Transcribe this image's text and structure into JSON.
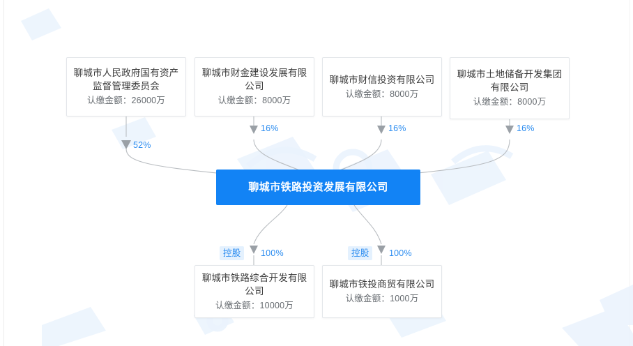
{
  "colors": {
    "accent": "#1283f5",
    "label_blue": "#2b8cf0",
    "badge_bg": "#e4f1fe",
    "node_border": "#e3e6ea",
    "edge_line": "#b8bcc0",
    "text": "#3a3a3a",
    "subtext": "#666b70",
    "background": "#ffffff"
  },
  "graph": {
    "type": "equity-structure-tree",
    "center": {
      "name": "聊城市铁路投资发展有限公司"
    },
    "shareholders": [
      {
        "name": "聊城市人民政府国有资产监督管理委员会",
        "amount_label": "认缴金额：26000万",
        "percent": "52%"
      },
      {
        "name": "聊城市财金建设发展有限公司",
        "amount_label": "认缴金额：8000万",
        "percent": "16%"
      },
      {
        "name": "聊城市财信投资有限公司",
        "amount_label": "认缴金额：8000万",
        "percent": "16%"
      },
      {
        "name": "聊城市土地储备开发集团有限公司",
        "amount_label": "认缴金额：8000万",
        "percent": "16%"
      }
    ],
    "subsidiaries": [
      {
        "name": "聊城市铁路综合开发有限公司",
        "amount_label": "认缴金额：10000万",
        "relation": "控股",
        "percent": "100%"
      },
      {
        "name": "聊城市铁投商贸有限公司",
        "amount_label": "认缴金额：1000万",
        "relation": "控股",
        "percent": "100%"
      }
    ]
  }
}
